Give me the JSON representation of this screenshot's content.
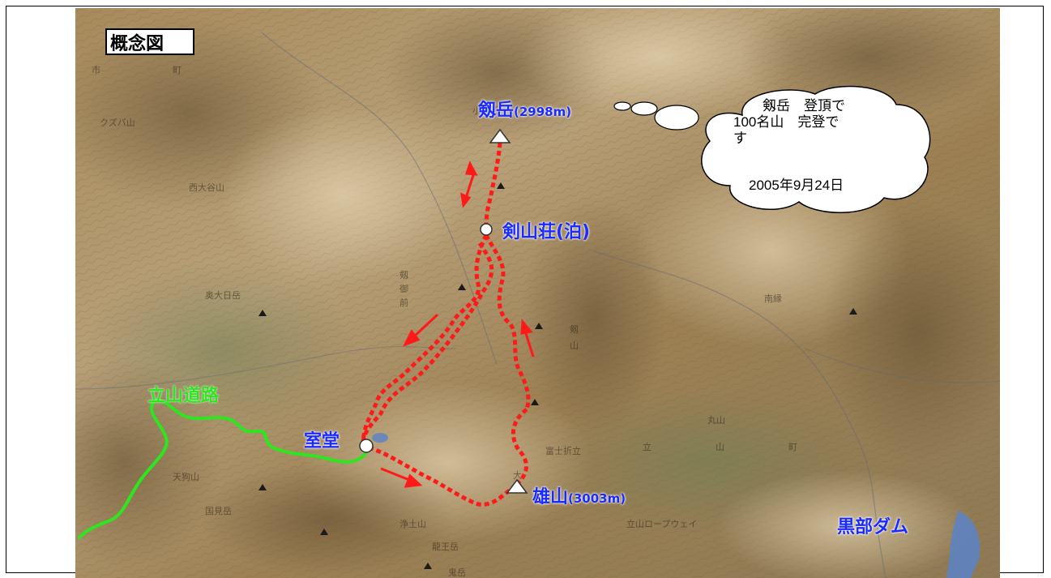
{
  "map": {
    "title": "概念図",
    "colors": {
      "route": "#ff1a1a",
      "road": "#2ee61f",
      "label_blue": "#1a2bff"
    },
    "places": {
      "tsurugi": {
        "name": "剱岳",
        "elev": "(2998m)"
      },
      "hut": {
        "name": "剣山荘(泊)"
      },
      "murodo": {
        "name": "室堂"
      },
      "oyama": {
        "name": "雄山",
        "elev": "(3003m)"
      },
      "kurobe": {
        "name": "黒部ダム"
      },
      "road": {
        "name": "立山道路"
      }
    },
    "callout": {
      "line1": "剱岳　登頂で",
      "line2": "100名山　完登で",
      "line3": "す",
      "date": "2005年9月24日"
    }
  }
}
